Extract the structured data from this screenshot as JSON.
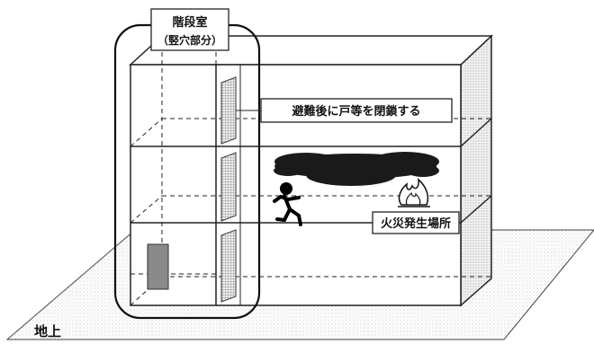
{
  "labels": {
    "stairwell_line1": "階段室",
    "stairwell_line2": "（竪穴部分）",
    "close_doors": "避難後に戸等を閉鎖する",
    "fire_location": "火災発生場所",
    "ground": "地上"
  },
  "icons": {
    "fire": "fire-icon",
    "evacuee": "running-person-icon",
    "smoke": "smoke-cloud-icon",
    "doors": "door-icon"
  },
  "colors": {
    "line": "#222222",
    "smoke": "#1a1a1a",
    "door": "#555555",
    "ground_dots": "#bdbdbd",
    "building_side": "#cfcfcf"
  }
}
